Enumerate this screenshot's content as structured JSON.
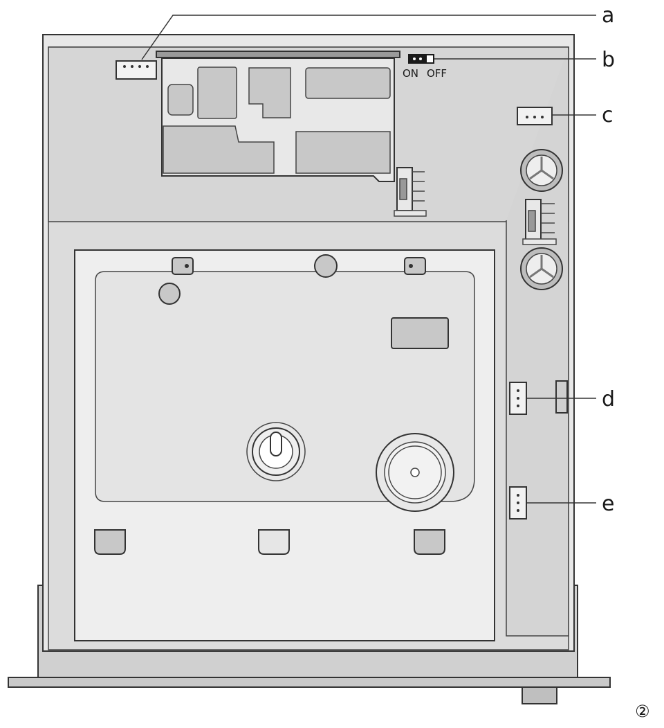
{
  "diagram": {
    "callouts": [
      {
        "id": "a",
        "label": "a"
      },
      {
        "id": "b",
        "label": "b"
      },
      {
        "id": "c",
        "label": "c"
      },
      {
        "id": "d",
        "label": "d"
      },
      {
        "id": "e",
        "label": "e"
      }
    ],
    "switch": {
      "on_label": "ON",
      "off_label": "OFF"
    },
    "figure_number": "②",
    "colors": {
      "panel_gray": "#d9d9d9",
      "inner_light": "#eeeeee",
      "pcb_dark": "#c8c8c8",
      "outline": "#333333",
      "frame_fill": "#e6e6e6",
      "tray_dark": "#cfcfcf"
    }
  }
}
